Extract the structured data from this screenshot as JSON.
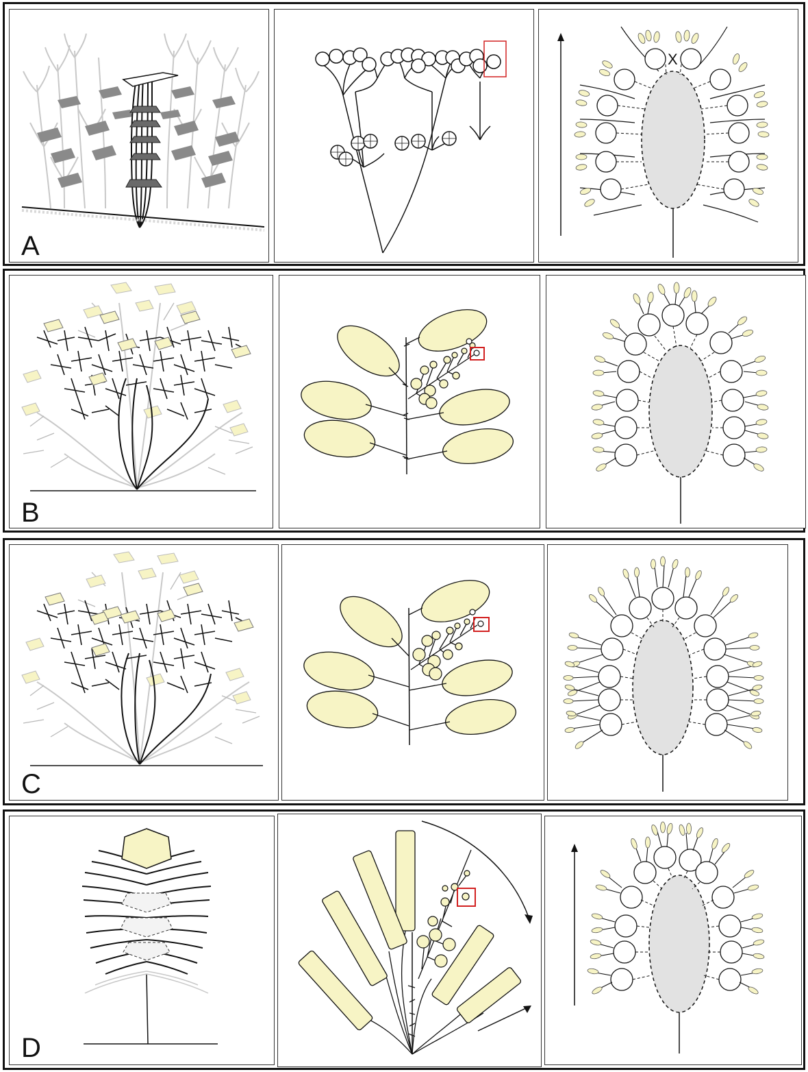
{
  "rows": [
    {
      "label": "A"
    },
    {
      "label": "B"
    },
    {
      "label": "C"
    },
    {
      "label": "D"
    }
  ],
  "annotations": {
    "inflorescence_mark": "X"
  },
  "colors": {
    "pale_yellow": "#f7f4c5",
    "light_gray": "#c8c8c8",
    "mid_gray": "#8a8a8a",
    "dark": "#111111",
    "highlight_red": "#d22020",
    "axis_gray": "#e2e2e2"
  }
}
